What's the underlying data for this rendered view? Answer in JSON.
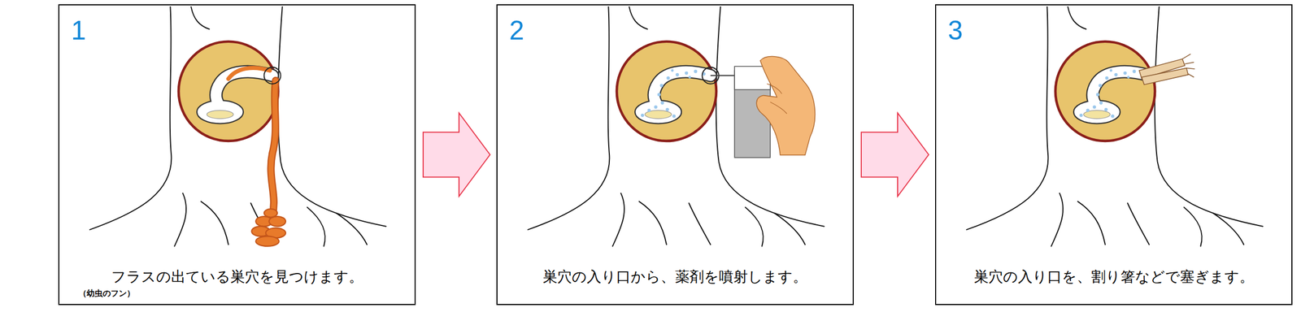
{
  "diagram": {
    "nodes": [
      {
        "text": [
          "1",
          "フラスの出ている巣穴を見つけます。",
          "（幼虫のフン）"
        ]
      },
      {
        "text": [
          "2",
          "巣穴の入り口から、薬剤を噴射します。"
        ]
      },
      {
        "text": [
          "3",
          "巣穴の入り口を、割り箸などで塞ぎます。"
        ]
      }
    ],
    "edges": [
      {
        "from": 0,
        "to": 1,
        "arrow": "to"
      },
      {
        "from": 1,
        "to": 2,
        "arrow": "to"
      }
    ]
  }
}
